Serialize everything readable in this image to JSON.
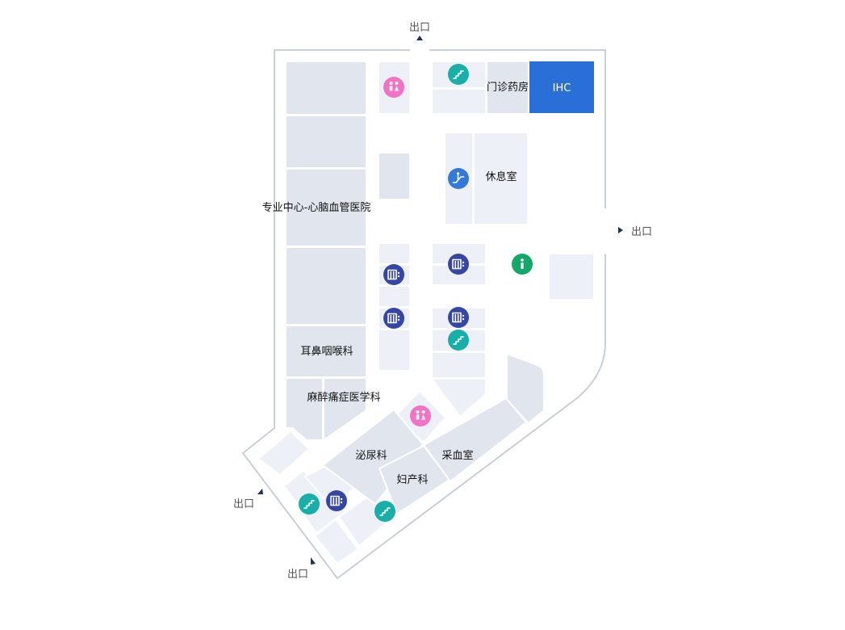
{
  "map": {
    "departments": {
      "cardio": "专业中心-心脑血管医院",
      "ent": "耳鼻咽喉科",
      "anesthesia": "麻醉痛症医学科",
      "urology": "泌尿科",
      "blood": "采血室",
      "gyn": "妇产科",
      "pharmacy": "门诊药房",
      "ihc": "IHC",
      "lounge": "休息室"
    },
    "exit_label": "出口",
    "colors": {
      "room": "#e1e6ee",
      "room_light": "#edf1f7",
      "outline": "#c8cfd9",
      "ihc": "#2a6fd8",
      "restroom": "#f272c6",
      "stairs": "#1aaea8",
      "elevator": "#3546a6",
      "escalator": "#3479d8",
      "info": "#13a86a",
      "exit_arrow": "#1f2f5a"
    },
    "icons": {
      "restroom": "restroom-icon",
      "stairs": "stairs-icon",
      "elevator": "elevator-icon",
      "escalator": "escalator-icon",
      "info": "info-icon"
    }
  }
}
